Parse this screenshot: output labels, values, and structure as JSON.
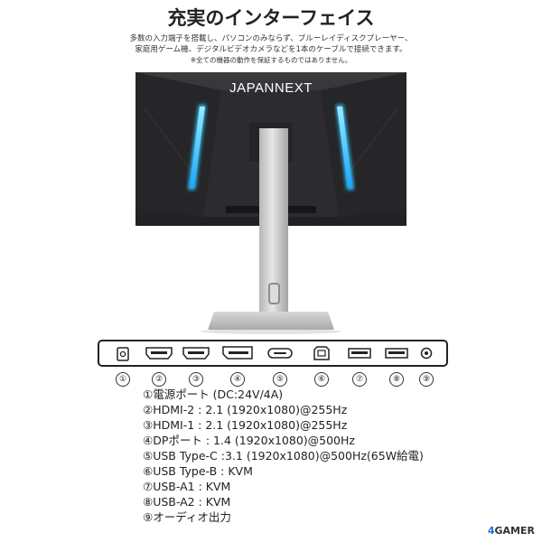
{
  "header": {
    "title": "充実のインターフェイス",
    "description_line1": "多数の入力端子を搭載し、パソコンのみならず、ブルーレイディスクプレーヤー、",
    "description_line2": "家庭用ゲーム機、デジタルビデオカメラなどを1本のケーブルで接続できます。",
    "note": "※全ての機器の動作を保証するものではありません。"
  },
  "monitor": {
    "logo": "JAPANNEXT",
    "accent_color": "#2fc7ff"
  },
  "ports": {
    "numbers": [
      "①",
      "②",
      "③",
      "④",
      "⑤",
      "⑥",
      "⑦",
      "⑧",
      "⑨"
    ],
    "specs": [
      "①電源ポート (DC:24V/4A)",
      "②HDMI-2 : 2.1 (1920x1080)@255Hz",
      "③HDMI-1 : 2.1 (1920x1080)@255Hz",
      "④DPポート : 1.4 (1920x1080)@500Hz",
      "⑤USB Type-C :3.1 (1920x1080)@500Hz(65W給電)",
      "⑥USB Type-B : KVM",
      "⑦USB-A1 : KVM",
      "⑧USB-A2 : KVM",
      "⑨オーディオ出力"
    ]
  },
  "watermark": {
    "prefix": "4",
    "text": "GAMER"
  }
}
